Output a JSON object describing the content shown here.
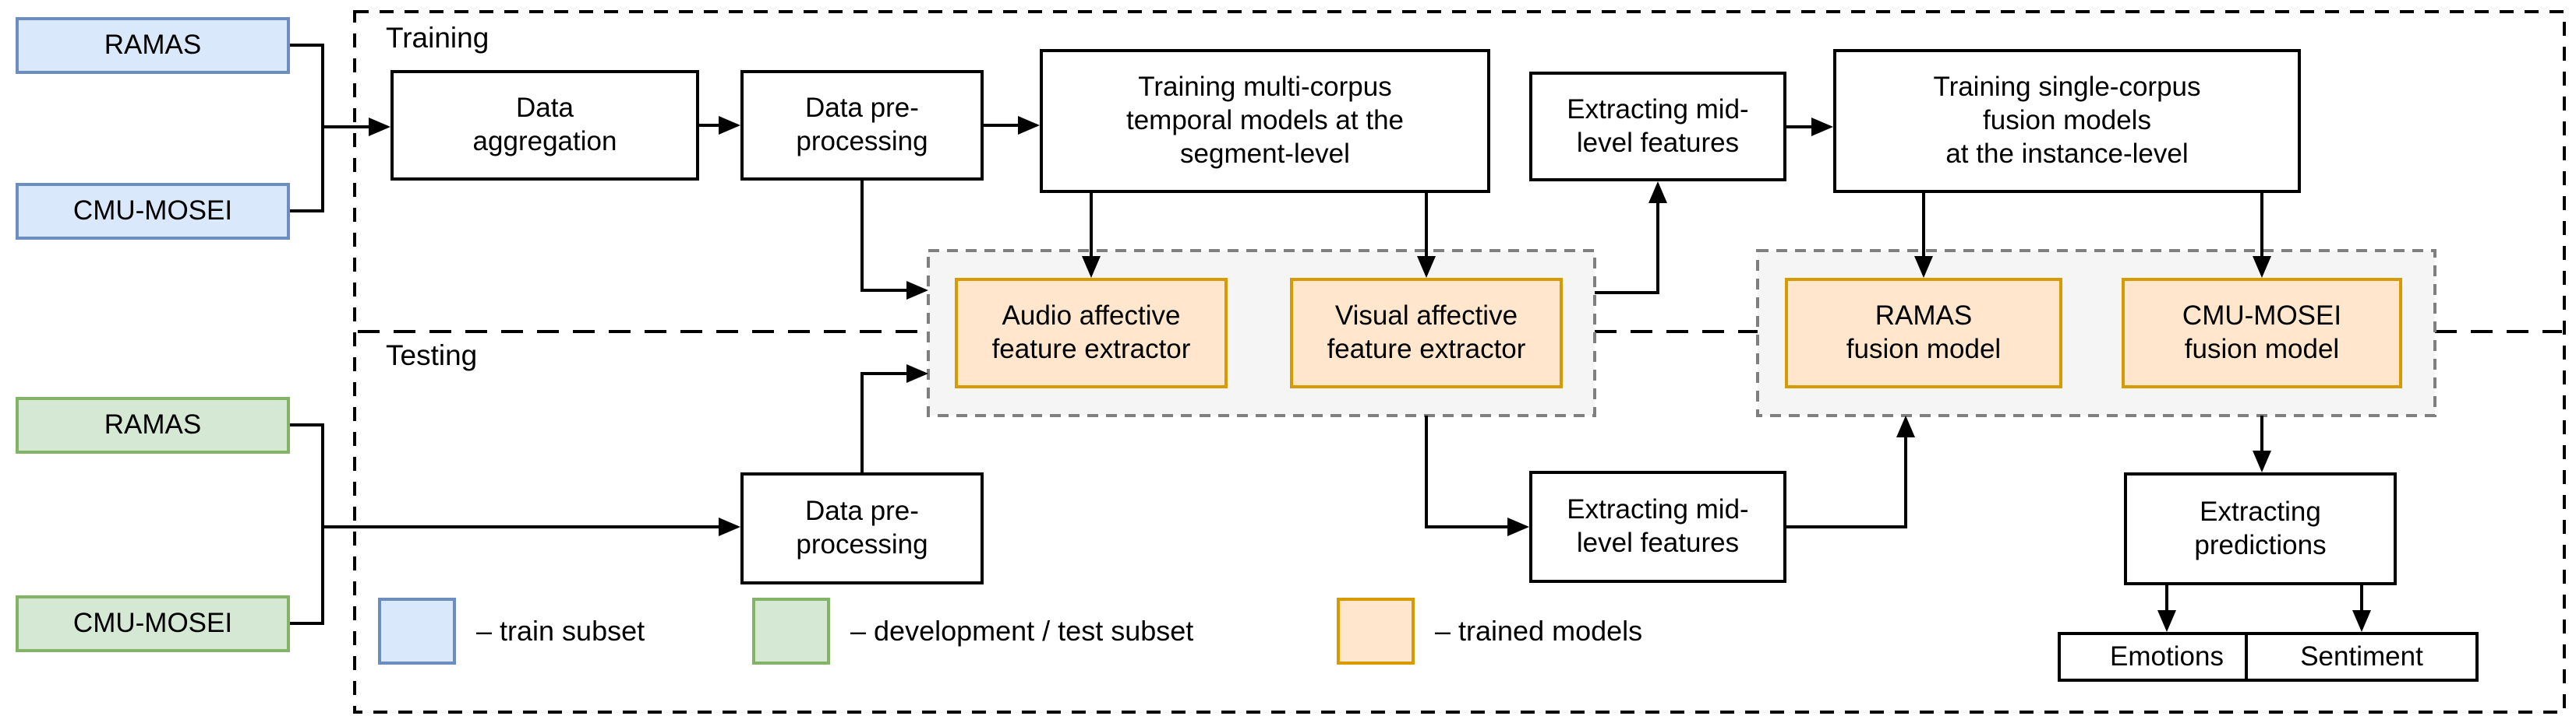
{
  "sections": {
    "training": "Training",
    "testing": "Testing"
  },
  "datasets": {
    "train_ramas": "RAMAS",
    "train_cmu": "CMU-MOSEI",
    "test_ramas": "RAMAS",
    "test_cmu": "CMU-MOSEI"
  },
  "nodes": {
    "data_aggregation": "Data\naggregation",
    "data_preprocessing_train": "Data pre-\nprocessing",
    "training_multi_corpus": "Training multi-corpus\ntemporal models at the\nsegment-level",
    "extracting_mid_train": "Extracting mid-\nlevel features",
    "training_single_corpus": "Training single-corpus\nfusion models\nat the instance-level",
    "audio_extractor": "Audio affective\nfeature extractor",
    "visual_extractor": "Visual affective\nfeature extractor",
    "ramas_fusion": "RAMAS\nfusion model",
    "cmu_fusion": "CMU-MOSEI\nfusion model",
    "data_preprocessing_test": "Data pre-\nprocessing",
    "extracting_mid_test": "Extracting mid-\nlevel features",
    "extracting_predictions": "Extracting\npredictions",
    "emotions": "Emotions",
    "sentiment": "Sentiment"
  },
  "legend": [
    {
      "swatch": "train",
      "label": "– train subset"
    },
    {
      "swatch": "devtest",
      "label": "– development / test subset"
    },
    {
      "swatch": "trained",
      "label": "– trained models"
    }
  ],
  "colors": {
    "train_subset_fill": "#dae8fc",
    "train_subset_border": "#6c8ebf",
    "dev_test_fill": "#d5e8d4",
    "dev_test_border": "#82b366",
    "trained_fill": "#ffe6cc",
    "trained_border": "#d79b00",
    "container_fill": "#f5f5f5",
    "container_border": "#7f7f7f",
    "line": "#000000"
  }
}
